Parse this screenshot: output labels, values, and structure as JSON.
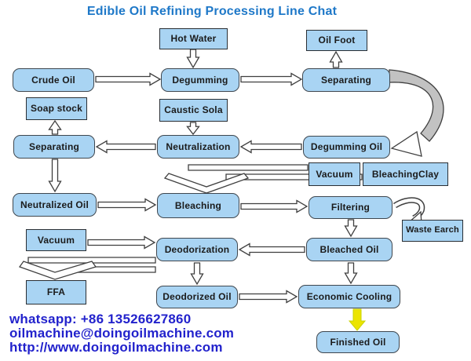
{
  "title": "Edible Oil Refining Processing Line Chat",
  "nodes": {
    "hot_water": "Hot Water",
    "oil_foot": "Oil Foot",
    "crude_oil": "Crude Oil",
    "degumming": "Degumming",
    "separating_top": "Separating",
    "soap_stock": "Soap stock",
    "caustic_sola": "Caustic Sola",
    "separating_mid": "Separating",
    "neutralization": "Neutralization",
    "degumming_oil": "Degumming Oil",
    "vacuum_bleach": "Vacuum",
    "bleaching_clay": "BleachingClay",
    "neutralized_oil": "Neutralized Oil",
    "bleaching": "Bleaching",
    "filtering": "Filtering",
    "waste_earch": "Waste Earch",
    "vacuum_deo": "Vacuum",
    "deodorization": "Deodorization",
    "bleached_oil": "Bleached Oil",
    "ffa": "FFA",
    "deodorized_oil": "Deodorized Oil",
    "economic_cooling": "Economic Cooling",
    "finished_oil": "Finished Oil"
  },
  "contact": {
    "whatsapp": "whatsapp: +86 13526627860",
    "email": "oilmachine@doingoilmachine.com",
    "website": "http://www.doingoilmachine.com"
  },
  "colors": {
    "node_fill": "#a9d4f3",
    "node_border": "#3f474f",
    "title_text": "#1e78c8",
    "contact_text": "#2222cc",
    "highlight_arrow": "#ece400",
    "curve_arrow_gray": "#c2c2c2"
  }
}
